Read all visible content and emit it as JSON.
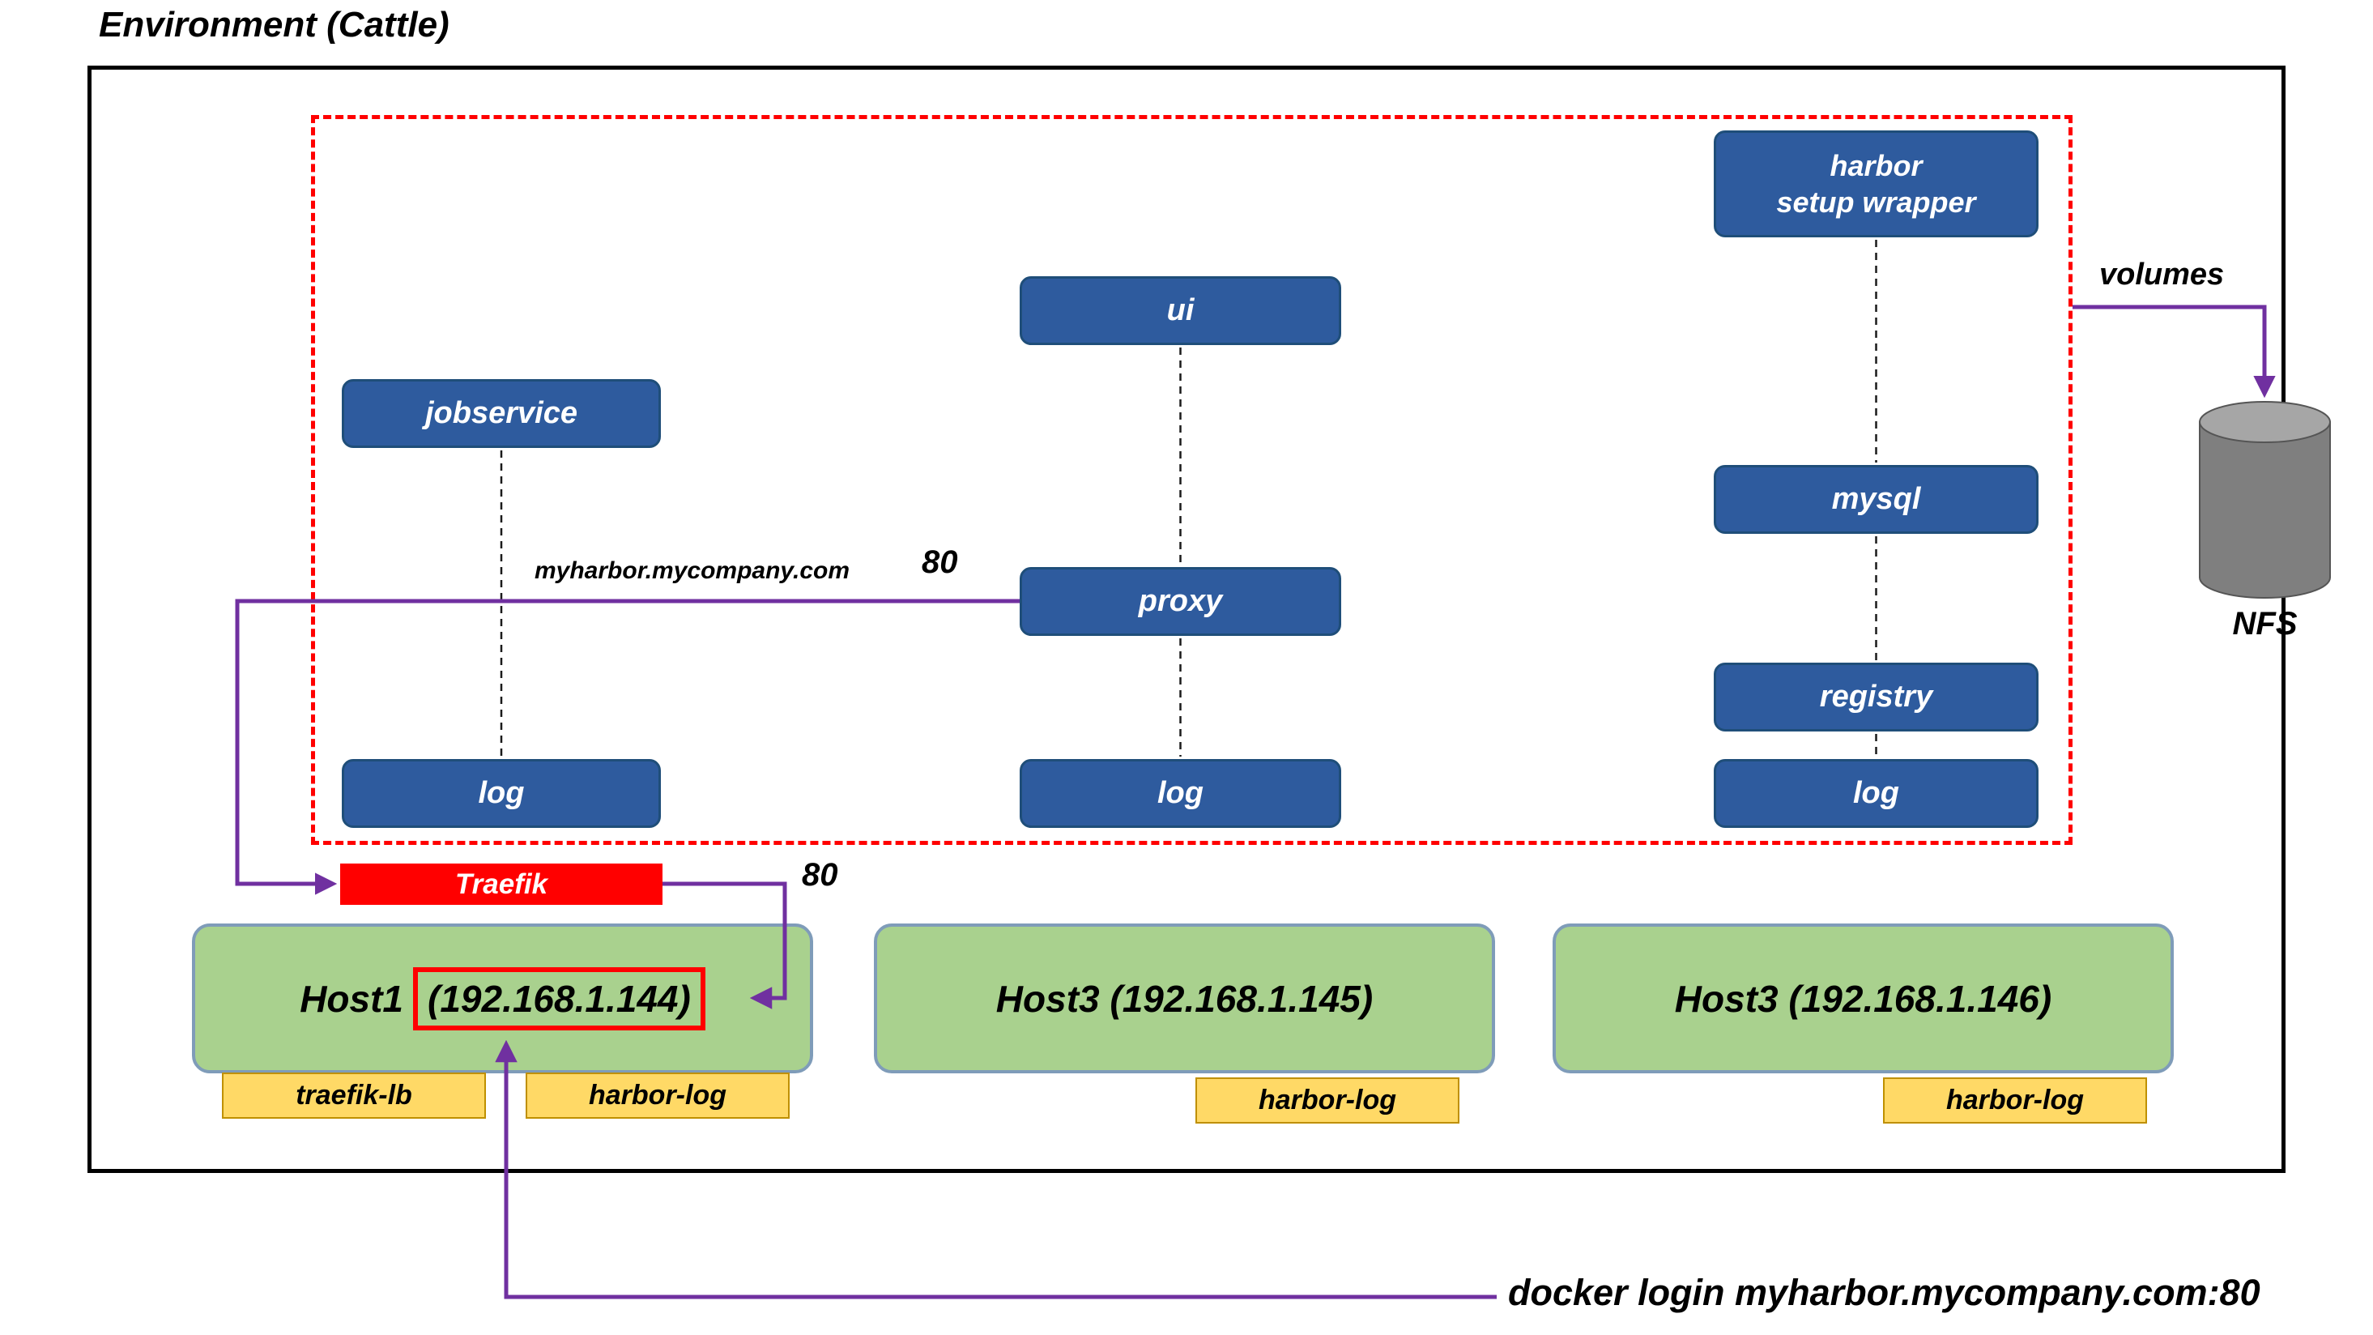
{
  "title": "Environment (Cattle)",
  "services": {
    "jobservice": "jobservice",
    "ui": "ui",
    "proxy": "proxy",
    "harbor_setup_line1": "harbor",
    "harbor_setup_line2": "setup wrapper",
    "mysql": "mysql",
    "registry": "registry",
    "log_left": "log",
    "log_middle": "log",
    "log_right": "log"
  },
  "loadbalancer": {
    "label": "Traefik"
  },
  "routing": {
    "domain": "myharbor.mycompany.com",
    "proxy_port": "80",
    "traefik_port": "80"
  },
  "hosts": [
    {
      "name": "Host1",
      "ip": "(192.168.1.144)"
    },
    {
      "label": "Host3 (192.168.1.145)"
    },
    {
      "label": "Host3 (192.168.1.146)"
    }
  ],
  "host_containers": {
    "traefik_lb": "traefik-lb",
    "harbor_log_1": "harbor-log",
    "harbor_log_2": "harbor-log",
    "harbor_log_3": "harbor-log"
  },
  "storage": {
    "volumes_label": "volumes",
    "nfs_label": "NFS"
  },
  "annotation": {
    "docker_login": "docker login myharbor.mycompany.com:80"
  },
  "colors": {
    "service_fill": "#2e5b9e",
    "service_border": "#1f4e79",
    "host_fill": "#a9d18e",
    "host_border": "#7f9cb9",
    "chip_fill": "#ffd966",
    "chip_border": "#bf9000",
    "accent_red": "#ff0000",
    "arrow_purple": "#7030a0",
    "cylinder_body": "#7f7f7f",
    "cylinder_top": "#a6a6a6"
  }
}
